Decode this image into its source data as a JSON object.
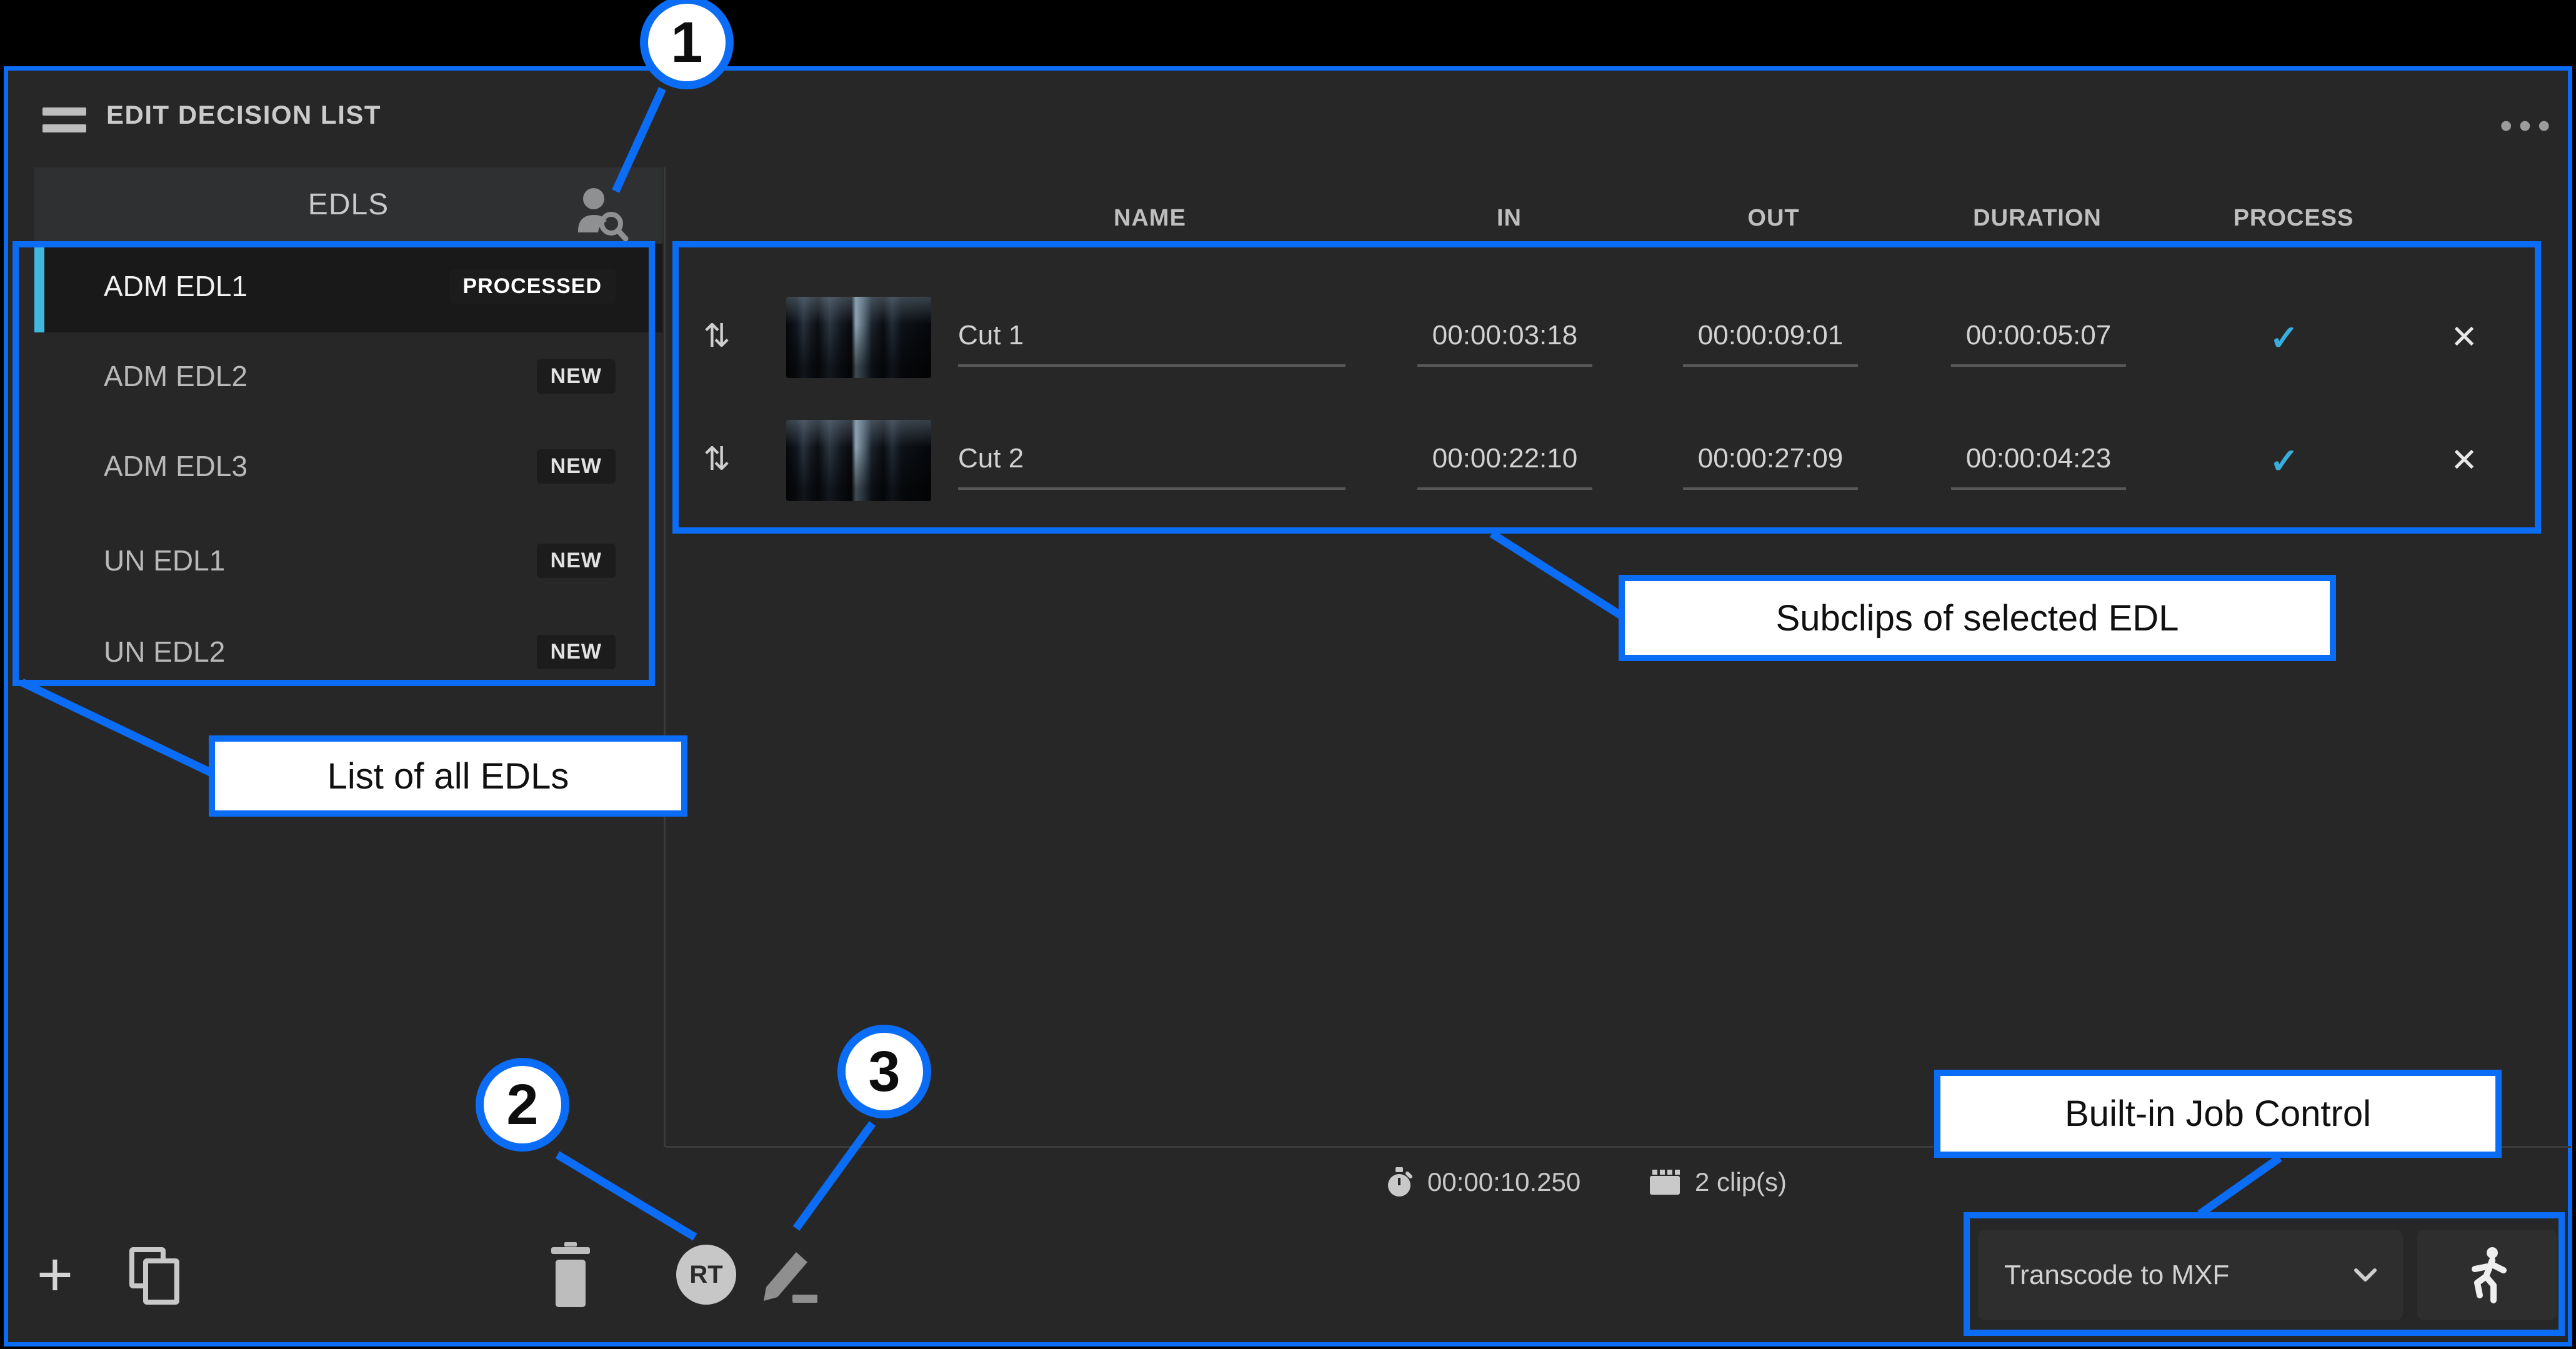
{
  "window": {
    "title": "EDIT DECISION LIST",
    "more_menu_glyph": "•••"
  },
  "edl_panel": {
    "header": "EDLS",
    "items": [
      {
        "name": "ADM EDL1",
        "status": "PROCESSED",
        "selected": true
      },
      {
        "name": "ADM EDL2",
        "status": "NEW",
        "selected": false
      },
      {
        "name": "ADM EDL3",
        "status": "NEW",
        "selected": false
      },
      {
        "name": "UN EDL1",
        "status": "NEW",
        "selected": false
      },
      {
        "name": "UN EDL2",
        "status": "NEW",
        "selected": false
      }
    ]
  },
  "subclips": {
    "columns": {
      "name": "NAME",
      "in": "IN",
      "out": "OUT",
      "duration": "DURATION",
      "process": "PROCESS"
    },
    "rows": [
      {
        "reorder": "⇅",
        "name": "Cut 1",
        "in": "00:00:03:18",
        "out": "00:00:09:01",
        "duration": "00:00:05:07",
        "process_check": "✓",
        "remove": "✕"
      },
      {
        "reorder": "⇅",
        "name": "Cut 2",
        "in": "00:00:22:10",
        "out": "00:00:27:09",
        "duration": "00:00:04:23",
        "process_check": "✓",
        "remove": "✕"
      }
    ]
  },
  "status_bar": {
    "total_duration": "00:00:10.250",
    "clip_count": "2 clip(s)"
  },
  "toolbar": {
    "add_glyph": "+",
    "rt_badge": "RT"
  },
  "job_control": {
    "preset": "Transcode to MXF"
  },
  "annotations": {
    "accent_color": "#0b6cf5",
    "callout_1": "1",
    "callout_2": "2",
    "callout_3": "3",
    "label_edl_list": "List of all EDLs",
    "label_subclips": "Subclips of selected EDL",
    "label_job_control": "Built-in Job Control"
  }
}
